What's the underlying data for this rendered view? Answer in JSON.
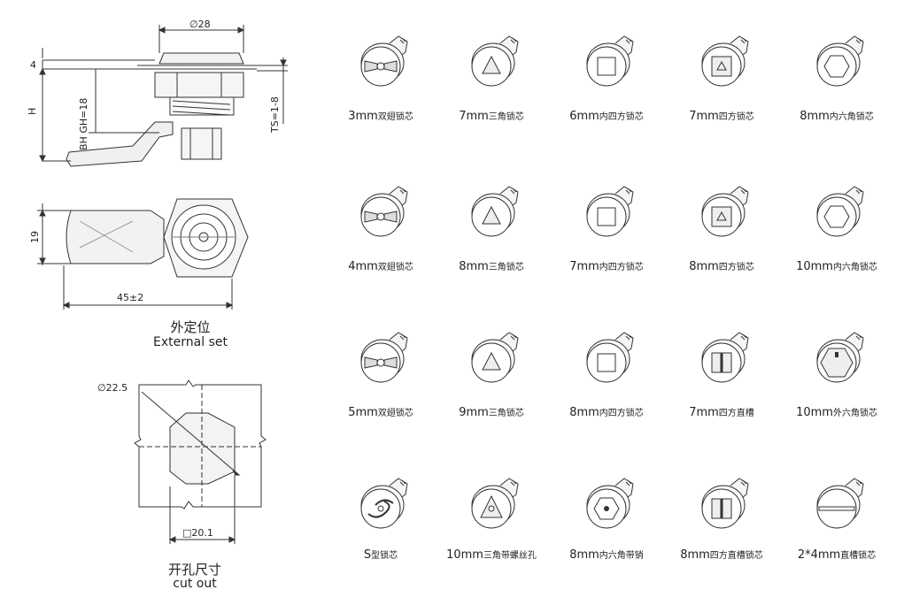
{
  "drawing": {
    "dims": {
      "d28": "∅28",
      "h4": "4",
      "H": "H",
      "gh": "BH GH=18",
      "ts": "TS=1-8",
      "w19": "19",
      "l45": "45±2",
      "d225": "∅22.5",
      "s201": "□20.1"
    },
    "external_cn": "外定位",
    "external_en": "External set",
    "cutout_cn": "开孔尺寸",
    "cutout_en": "cut out"
  },
  "cores": [
    {
      "mm": "3mm",
      "cn": "双翅锁芯",
      "icon": "double-wing"
    },
    {
      "mm": "7mm",
      "cn": "三角锁芯",
      "icon": "triangle"
    },
    {
      "mm": "6mm",
      "cn": "内四方锁芯",
      "icon": "inner-square"
    },
    {
      "mm": "7mm",
      "cn": "四方锁芯",
      "icon": "square"
    },
    {
      "mm": "8mm",
      "cn": "内六角锁芯",
      "icon": "inner-hex"
    },
    {
      "mm": "4mm",
      "cn": "双翅锁芯",
      "icon": "double-wing"
    },
    {
      "mm": "8mm",
      "cn": "三角锁芯",
      "icon": "triangle"
    },
    {
      "mm": "7mm",
      "cn": "内四方锁芯",
      "icon": "inner-square"
    },
    {
      "mm": "8mm",
      "cn": "四方锁芯",
      "icon": "square"
    },
    {
      "mm": "10mm",
      "cn": "内六角锁芯",
      "icon": "inner-hex"
    },
    {
      "mm": "5mm",
      "cn": "双翅锁芯",
      "icon": "double-wing"
    },
    {
      "mm": "9mm",
      "cn": "三角锁芯",
      "icon": "triangle"
    },
    {
      "mm": "8mm",
      "cn": "内四方锁芯",
      "icon": "inner-square"
    },
    {
      "mm": "7mm",
      "cn": "四方直槽",
      "icon": "square-slot"
    },
    {
      "mm": "10mm",
      "cn": "外六角锁芯",
      "icon": "outer-hex"
    },
    {
      "mm": "S",
      "cn": "型锁芯",
      "icon": "s-type"
    },
    {
      "mm": "10mm",
      "cn": "三角带螺丝孔",
      "icon": "triangle-screw"
    },
    {
      "mm": "8mm",
      "cn": "内六角带销",
      "icon": "hex-pin"
    },
    {
      "mm": "8mm",
      "cn": "四方直槽锁芯",
      "icon": "square-slot"
    },
    {
      "mm": "2*4mm",
      "cn": "直槽锁芯",
      "icon": "straight-slot"
    }
  ]
}
